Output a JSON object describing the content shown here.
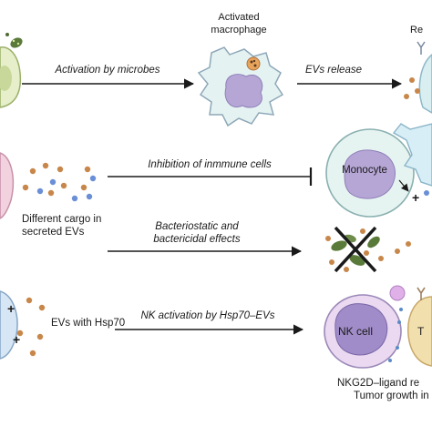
{
  "row1": {
    "arrow1_label": "Activation by microbes",
    "macrophage_label_line1": "Activated",
    "macrophage_label_line2": "macrophage",
    "arrow2_label": "EVs release",
    "right_label_partial": "Re"
  },
  "row2": {
    "arrow_label": "Inhibition of inmmune cells",
    "cargo_label_line1": "Different cargo in",
    "cargo_label_line2": "secreted EVs",
    "monocyte_label": "Monocyte"
  },
  "row3": {
    "arrow_label_line1": "Bacteriostatic and",
    "arrow_label_line2": "bactericidal effects"
  },
  "row4": {
    "evs_label": "EVs with Hsp70",
    "arrow_label": "NK activation by Hsp70–EVs",
    "nk_cell_label": "NK cell",
    "tumor_partial": "T",
    "bottom_line1": "NKG2D–ligand re",
    "bottom_line2": "Tumor growth in"
  },
  "colors": {
    "macrophage_fill": "#e4f3f2",
    "macrophage_stroke": "#8fa8b8",
    "nucleus_fill": "#b6a6d6",
    "ev_orange": "#c8874a",
    "ev_blue": "#6a8fd6",
    "nk_fill": "#ead9f0",
    "tumor_fill": "#f2dfae",
    "arrow": "#1a1a1a"
  }
}
